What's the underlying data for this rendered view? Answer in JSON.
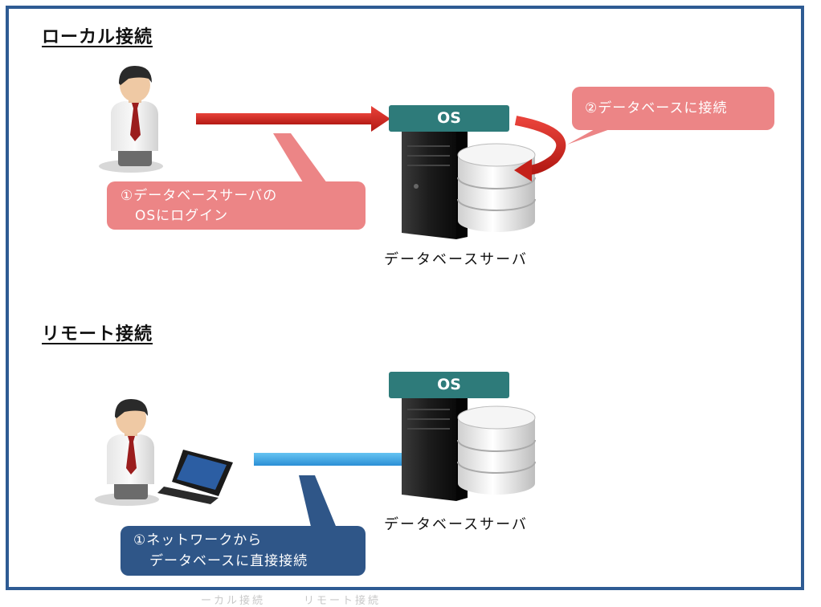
{
  "local": {
    "title": "ローカル接続",
    "os_label": "OS",
    "step1_line1": "①データベースサーバの",
    "step1_line2": "OSにログイン",
    "step2": "②データベースに接続",
    "server_caption": "データベースサーバ"
  },
  "remote": {
    "title": "リモート接続",
    "os_label": "OS",
    "step1_line1": "①ネットワークから",
    "step1_line2": "データベースに直接接続",
    "server_caption": "データベースサーバ"
  },
  "below_frame_text": "ーカル接続　　　リモート接続",
  "colors": {
    "frame": "#2e5b93",
    "local_arrow": "#d42a22",
    "remote_arrow": "#3a9fe0",
    "local_callout": "#ec8586",
    "remote_callout": "#2f5688",
    "os_badge": "#2e7b7a"
  }
}
